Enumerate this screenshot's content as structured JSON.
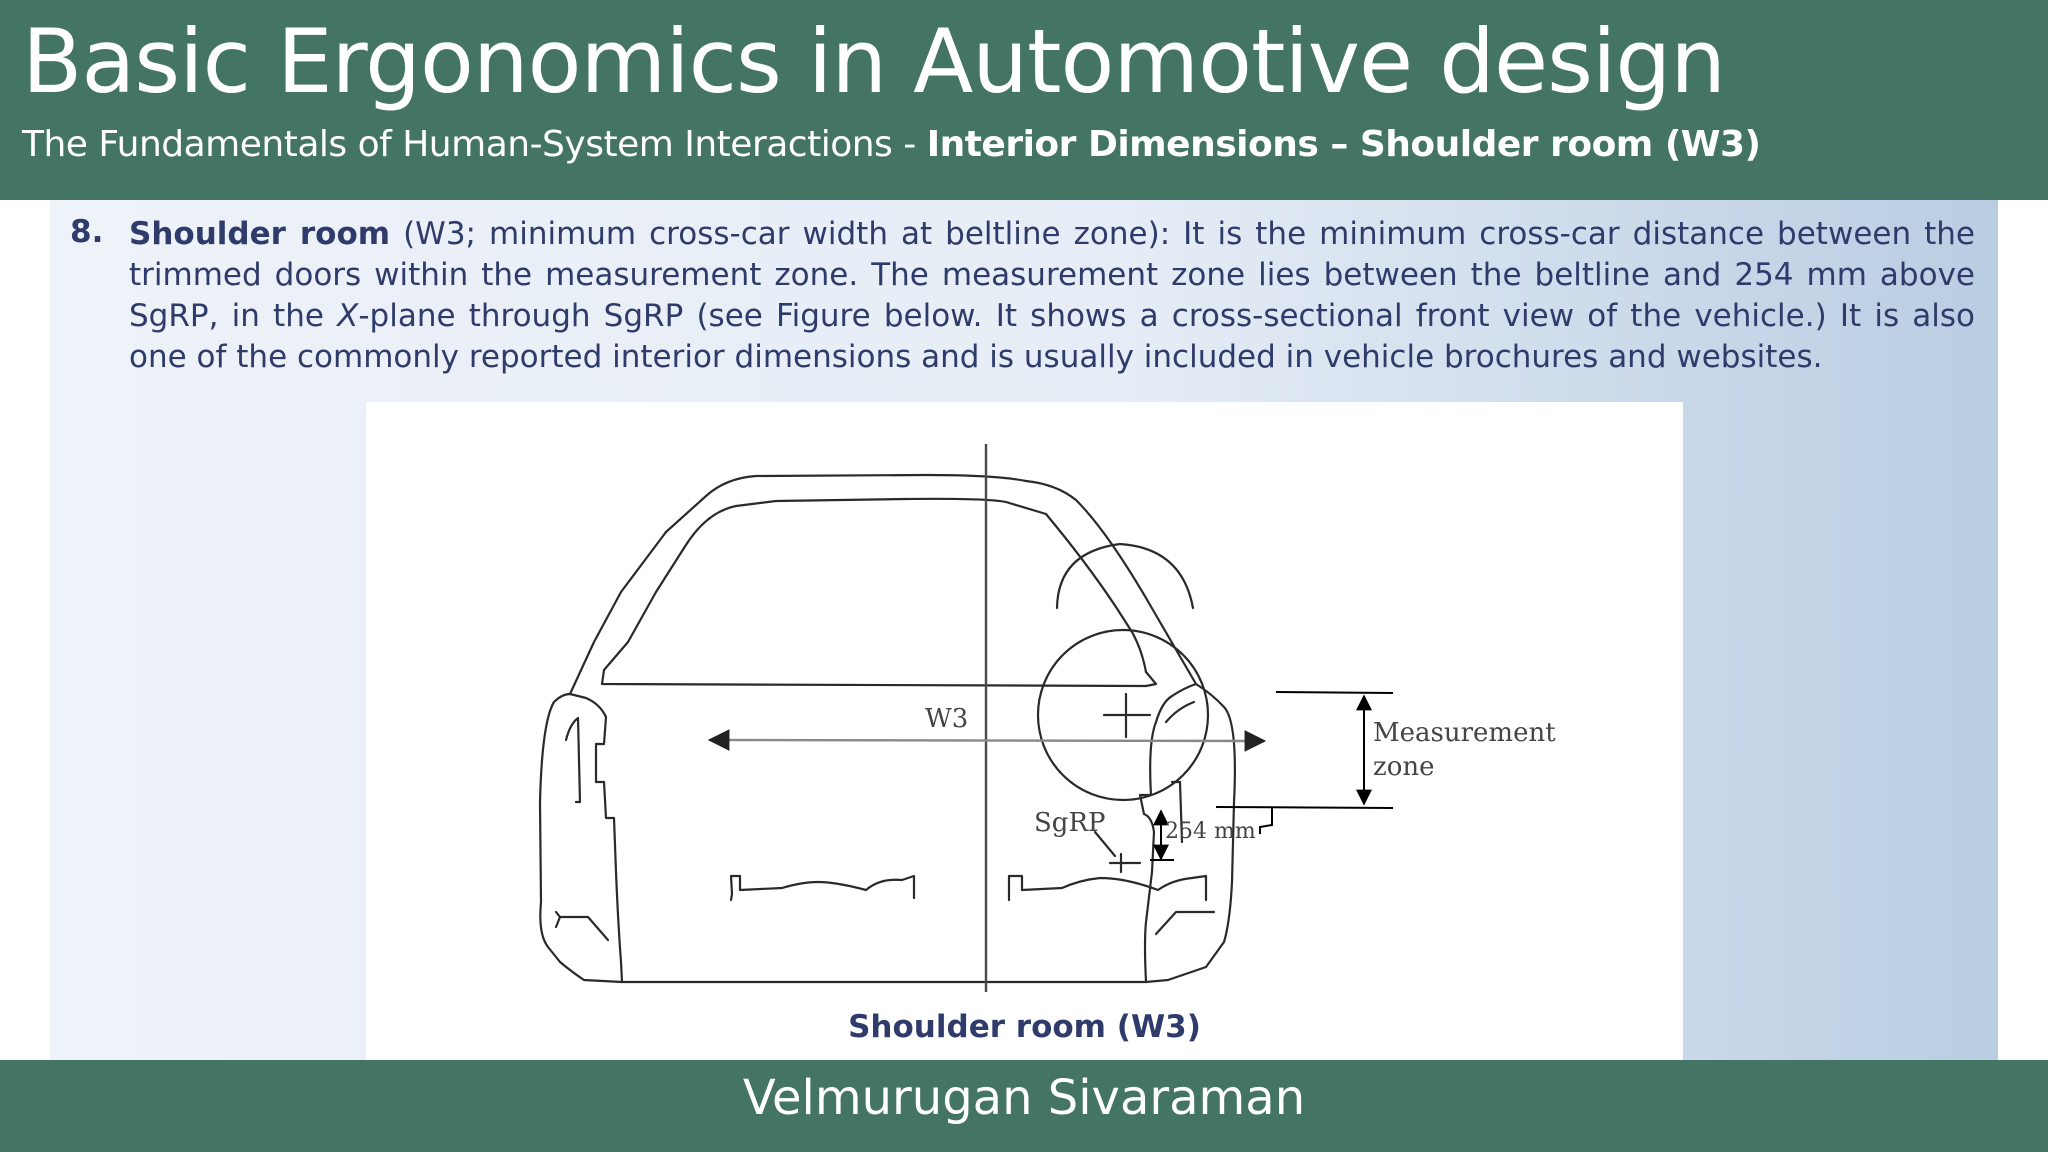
{
  "header": {
    "title": "Basic Ergonomics in Automotive design",
    "subtitle_prefix": "The Fundamentals of Human-System Interactions - ",
    "subtitle_bold": "Interior Dimensions – Shoulder room (W3)"
  },
  "body": {
    "item_number": "8.",
    "term": "Shoulder room",
    "text_part1": " (W3; minimum cross-car width at beltline zone): It is the minimum cross-car distance between the trimmed doors within the measurement zone. The measurement zone lies between the beltline and 254 mm above SgRP, in the ",
    "text_italic": "X",
    "text_part2": "-plane through SgRP (see Figure below. It shows a cross-sectional front view of the vehicle.) It is also one of the commonly reported interior dimensions and is usually included in vehicle brochures and websites."
  },
  "figure": {
    "label_w3": "W3",
    "label_measurement": "Measurement",
    "label_zone": "zone",
    "label_sgrp": "SgRP",
    "label_254": "254 mm",
    "caption": "Shoulder room (W3)"
  },
  "footer": {
    "author": "Velmurugan Sivaraman"
  },
  "colors": {
    "header_green": "#447463",
    "text_navy": "#2f3b6a"
  }
}
